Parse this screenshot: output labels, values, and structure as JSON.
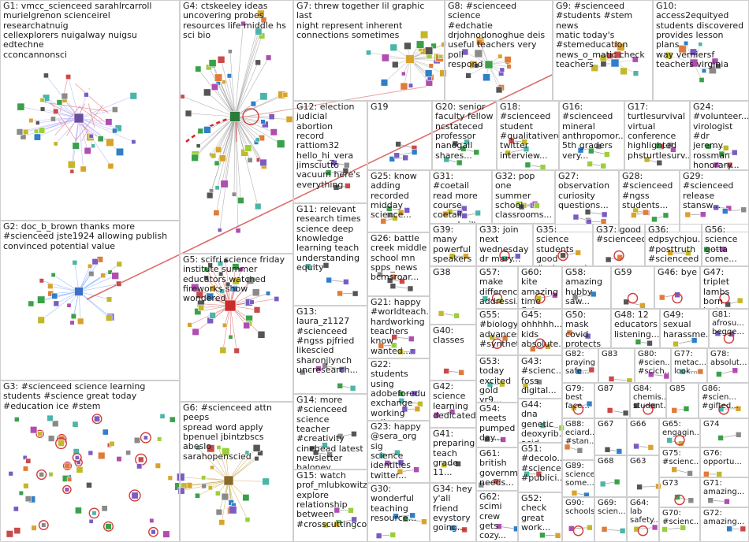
{
  "groups": [
    {
      "id": "G1",
      "label": "G1: vmcc_scienceed sarahlrcarroll\nmurielgrenon scienceirel researchatnuig\ncellexplorers nuigalway nuigsu edtechne\ncconcannonsci"
    },
    {
      "id": "G2",
      "label": "G2: doc_b_brown thanks more\n#scienceed jste1924 allowing publish\nconvinced potential value"
    },
    {
      "id": "G3",
      "label": "G3: #scienceed science learning\nstudents #science great today\n#education ice #stem"
    },
    {
      "id": "G4",
      "label": "G4: ctskeeley ideas\nuncovering probes\nresources life middle hs\nsci bio"
    },
    {
      "id": "G5",
      "label": "G5: scifri science friday\ninstitute summer\neducators watched\nfireworks show wondered"
    },
    {
      "id": "G6",
      "label": "G6: #scienceed attn peeps\nspread word apply\nbpenuel jbintzbscs abeslo\nsarahopenscied"
    },
    {
      "id": "G7",
      "label": "G7: threw together lil graphic last\nnight represent inherent\nconnections sometimes"
    },
    {
      "id": "G8",
      "label": "G8: #scienceed science\n#edchatie\ndrjohnodonoghue deis\nuseful teachers very poll\nrespond"
    },
    {
      "id": "G9",
      "label": "G9: #scienceed\n#students #stem news\nmatic today's\n#stemeducation\nnews_o_matic check\nteachers"
    },
    {
      "id": "G10",
      "label": "G10:\naccess2equityed\nstudents discovered\nprovides lesson plans\nway verniersf\nteachers virginia"
    },
    {
      "id": "G11",
      "label": "G11: relevant\nresearch times\nscience deep\nknowledge\nlearning teach\nunderstanding\nequity"
    },
    {
      "id": "G12",
      "label": "G12: election\njudicial abortion\nrecord rattiom32\nhello_hi_vera\njimsciutto\nvacuum here's\neverything"
    },
    {
      "id": "G13",
      "label": "G13:\nlaura_z1127\n#scienceed\n#ngss pjfried\nlikescied\nsharonjlynch\nuncresearch..."
    },
    {
      "id": "G14",
      "label": "G14: more\n#scienceed\nscience teacher\n#creativity\ncinehead latest\nnewsletter\nbaloney detection"
    },
    {
      "id": "G15",
      "label": "G15: watch\nprof_mlubkowitz\nexplore\nrelationship\nbetween\n#crosscuttingco..."
    },
    {
      "id": "G16",
      "label": "G16:\n#scienceed\nmineral\nanthropomor...\n5th graders\nvery..."
    },
    {
      "id": "G17",
      "label": "G17:\nturtlesurvival\nvirtual\nconference\nhighlighted\nphsturtlesurv..."
    },
    {
      "id": "G18",
      "label": "G18:\n#scienceed\nstudent\n#qualitativere...\ntwitter\ninterview..."
    },
    {
      "id": "G19",
      "label": "G19"
    },
    {
      "id": "G20",
      "label": "G20: senior\nfaculty fellow\nncstateced\nprofessor\nnanogail\nshares..."
    },
    {
      "id": "G21",
      "label": "G21: happy\n#worldteach...\nhardworking\nteachers know\nwanted..."
    },
    {
      "id": "G22",
      "label": "G22: students\nusing\nadobeforedu\nexchange\nworking cell..."
    },
    {
      "id": "G23",
      "label": "G23: happy\n@sera_org sig\nscience\nidentities\ntwitter..."
    },
    {
      "id": "G24",
      "label": "G24:\n#volunteer...\nvirologist #dr\njeremy\nrossman\nhonorary..."
    },
    {
      "id": "G25",
      "label": "G25: know\nadding\nrecorded\nmidday\nscience..."
    },
    {
      "id": "G26",
      "label": "G26: battle\ncreek middle\nschool mn\nspps_news\nbcmsroar..."
    },
    {
      "id": "G27",
      "label": "G27:\nobservation\ncuriosity\nquestions..."
    },
    {
      "id": "G28",
      "label": "G28:\n#scienceed\n#ngss\nstudents..."
    },
    {
      "id": "G29",
      "label": "G29:\n#scienceed\nrelease\nstansw..."
    },
    {
      "id": "G30",
      "label": "G30:\nwonderful\nteaching\nresource..."
    },
    {
      "id": "G31",
      "label": "G31: #coetail\nread more\ncourse coetail\nways built..."
    },
    {
      "id": "G32",
      "label": "G32: pop one\nsummer\nschool\nclassrooms..."
    },
    {
      "id": "G33",
      "label": "G33: join\nnext\nwednesday\ndr mary..."
    },
    {
      "id": "G34",
      "label": "G34: hey\ny'all friend\nevystory\ngoing..."
    },
    {
      "id": "G35",
      "label": "G35: science\nstudents\ngood\n#scienceed"
    },
    {
      "id": "G36",
      "label": "G36:\nedpsychjou...\n#posttruth\n#scienceed"
    },
    {
      "id": "G37",
      "label": "G37: good\n#scienceed"
    },
    {
      "id": "G38",
      "label": "G38"
    },
    {
      "id": "G39",
      "label": "G39: many\npowerful\nspeakers\nresource..."
    },
    {
      "id": "G40",
      "label": "G40:\nclasses"
    },
    {
      "id": "G41",
      "label": "G41:\npreparing\nteach\ngrade 11..."
    },
    {
      "id": "G42",
      "label": "G42:\nscience\nlearning\ndedicated..."
    },
    {
      "id": "G43",
      "label": "G43:\n#scienc...\nfoss\ndigital..."
    },
    {
      "id": "G44",
      "label": "G44: dna\ngenetic\ndeoxyrib...\nacid..."
    },
    {
      "id": "G45",
      "label": "G45:\nohhhhh...\nkids\nabsolute..."
    },
    {
      "id": "G46",
      "label": "G46: bye"
    },
    {
      "id": "G47",
      "label": "G47:\ntriplet\nlambs\nborn last..."
    },
    {
      "id": "G48",
      "label": "G48: 12\neducators\nlistening..."
    },
    {
      "id": "G49",
      "label": "G49:\nsexual\nharassme..."
    },
    {
      "id": "G50",
      "label": "G50: mask\ncovid\nprotects"
    },
    {
      "id": "G51",
      "label": "G51:\n#decolo...\n#science\n#publici..."
    },
    {
      "id": "G52",
      "label": "G52:\ncheck\ngreat\nwork..."
    },
    {
      "id": "G53",
      "label": "G53:\ntoday\nexcited\ngold yr9..."
    },
    {
      "id": "G54",
      "label": "G54:\nmeets\npumped\nday..."
    },
    {
      "id": "G55",
      "label": "G55:\n#biology\nadvances\n#synthet..."
    },
    {
      "id": "G56",
      "label": "G56:\nscience\ngotta\ncome..."
    },
    {
      "id": "G57",
      "label": "G57:\nmake\ndifference\naddressi..."
    },
    {
      "id": "G58",
      "label": "G58:\namazing\nhubby\nsaw..."
    },
    {
      "id": "G59",
      "label": "G59"
    },
    {
      "id": "G60",
      "label": "G60: kite\namazing\ntime flying\nhomema..."
    },
    {
      "id": "G61",
      "label": "G61:\nbritish\ngovernm...\nneeds..."
    },
    {
      "id": "G62",
      "label": "G62:\nscimi\ncrew gets\ncozy..."
    },
    {
      "id": "G63",
      "label": "G63"
    },
    {
      "id": "G64",
      "label": "G64:\nlab\nsafety..."
    },
    {
      "id": "G65",
      "label": "G65:\nengagin..."
    },
    {
      "id": "G66",
      "label": "G66"
    },
    {
      "id": "G67",
      "label": "G67"
    },
    {
      "id": "G68",
      "label": "G68"
    },
    {
      "id": "G69",
      "label": "G69:\nscien..."
    },
    {
      "id": "G70",
      "label": "G70:\n#scienc..."
    },
    {
      "id": "G71",
      "label": "G71:\namazing..."
    },
    {
      "id": "G72",
      "label": "G72:\namazing..."
    },
    {
      "id": "G73",
      "label": "G73"
    },
    {
      "id": "G74",
      "label": "G74"
    },
    {
      "id": "G75",
      "label": "G75:\n#scienc..."
    },
    {
      "id": "G76",
      "label": "G76:\nopportu..."
    },
    {
      "id": "G77",
      "label": "G77:\nmetac...\nlook..."
    },
    {
      "id": "G78",
      "label": "G78:\nabsolut..."
    },
    {
      "id": "G79",
      "label": "G79:\nbest\nface..."
    },
    {
      "id": "G80",
      "label": "G80:\n#scien...\n#scich..."
    },
    {
      "id": "G81",
      "label": "G81:\nafrosu...\nbegge..."
    },
    {
      "id": "G82",
      "label": "G82:\npraying\nsafe..."
    },
    {
      "id": "G83",
      "label": "G83"
    },
    {
      "id": "G84",
      "label": "G84:\nchemis...\nstudent..."
    },
    {
      "id": "G85",
      "label": "G85"
    },
    {
      "id": "G86",
      "label": "G86:\n#scien...\n#gifted..."
    },
    {
      "id": "G87",
      "label": "G87"
    },
    {
      "id": "G88",
      "label": "G88:\neciard...\n#stan..."
    },
    {
      "id": "G89",
      "label": "G89:\nscience\nsome..."
    },
    {
      "id": "G90",
      "label": "G90:\nschools"
    }
  ]
}
